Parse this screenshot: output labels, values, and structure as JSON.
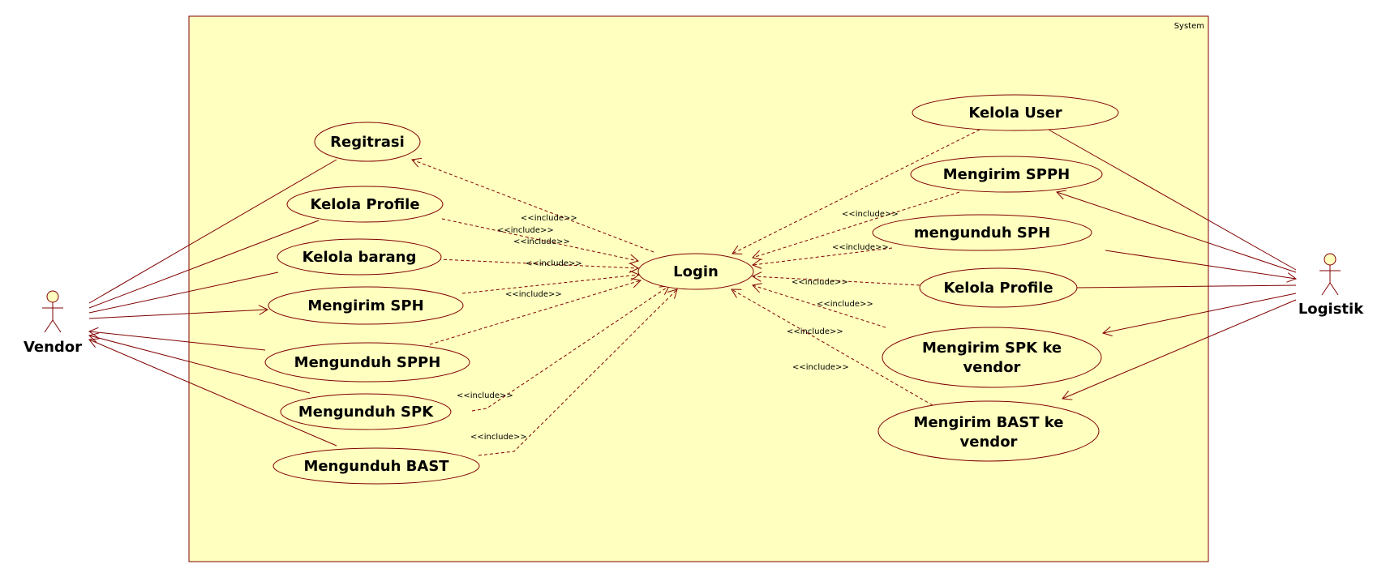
{
  "colors": {
    "system_fill": "#ffffc0",
    "line": "#800000",
    "ellipse_fill": "#ffffc0"
  },
  "system": {
    "label": "System"
  },
  "actors": {
    "vendor": {
      "label": "Vendor"
    },
    "logistik": {
      "label": "Logistik"
    }
  },
  "use_cases": {
    "login": "Login",
    "regitrasi": "Regitrasi",
    "kelola_profile_v": "Kelola Profile",
    "kelola_barang": "Kelola barang",
    "mengirim_sph": "Mengirim SPH",
    "mengunduh_spph": "Mengunduh SPPH",
    "mengunduh_spk": "Mengunduh SPK",
    "mengunduh_bast": "Mengunduh BAST",
    "kelola_user": "Kelola User",
    "mengirim_spph": "Mengirim SPPH",
    "mengunduh_sph": "mengunduh SPH",
    "kelola_profile_l": "Kelola Profile",
    "mengirim_spk_1": "Mengirim SPK ke",
    "mengirim_spk_2": "vendor",
    "mengirim_bast_1": "Mengirim BAST ke",
    "mengirim_bast_2": "vendor"
  },
  "include_label": "<<include>>"
}
